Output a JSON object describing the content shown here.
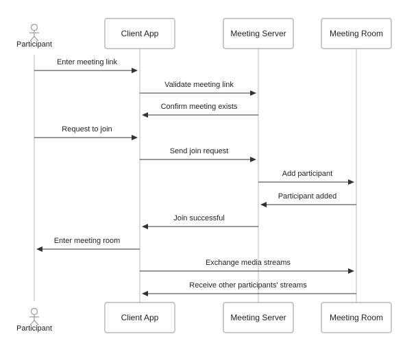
{
  "participants": [
    {
      "id": "participant",
      "label": "Participant",
      "kind": "actor"
    },
    {
      "id": "client_app",
      "label": "Client App",
      "kind": "box"
    },
    {
      "id": "meeting_server",
      "label": "Meeting Server",
      "kind": "box"
    },
    {
      "id": "meeting_room",
      "label": "Meeting Room",
      "kind": "box"
    }
  ],
  "messages": [
    {
      "from": "participant",
      "to": "client_app",
      "label": "Enter meeting link"
    },
    {
      "from": "client_app",
      "to": "meeting_server",
      "label": "Validate meeting link"
    },
    {
      "from": "meeting_server",
      "to": "client_app",
      "label": "Confirm meeting exists"
    },
    {
      "from": "participant",
      "to": "client_app",
      "label": "Request to join"
    },
    {
      "from": "client_app",
      "to": "meeting_server",
      "label": "Send join request"
    },
    {
      "from": "meeting_server",
      "to": "meeting_room",
      "label": "Add participant"
    },
    {
      "from": "meeting_room",
      "to": "meeting_server",
      "label": "Participant added"
    },
    {
      "from": "meeting_server",
      "to": "client_app",
      "label": "Join successful"
    },
    {
      "from": "client_app",
      "to": "participant",
      "label": "Enter meeting room"
    },
    {
      "from": "client_app",
      "to": "meeting_room",
      "label": "Exchange media streams"
    },
    {
      "from": "meeting_room",
      "to": "client_app",
      "label": "Receive other participants' streams"
    }
  ],
  "colors": {
    "line": "#333333",
    "lifeline": "#c8c8c8",
    "box_border": "#a6a6a6"
  }
}
